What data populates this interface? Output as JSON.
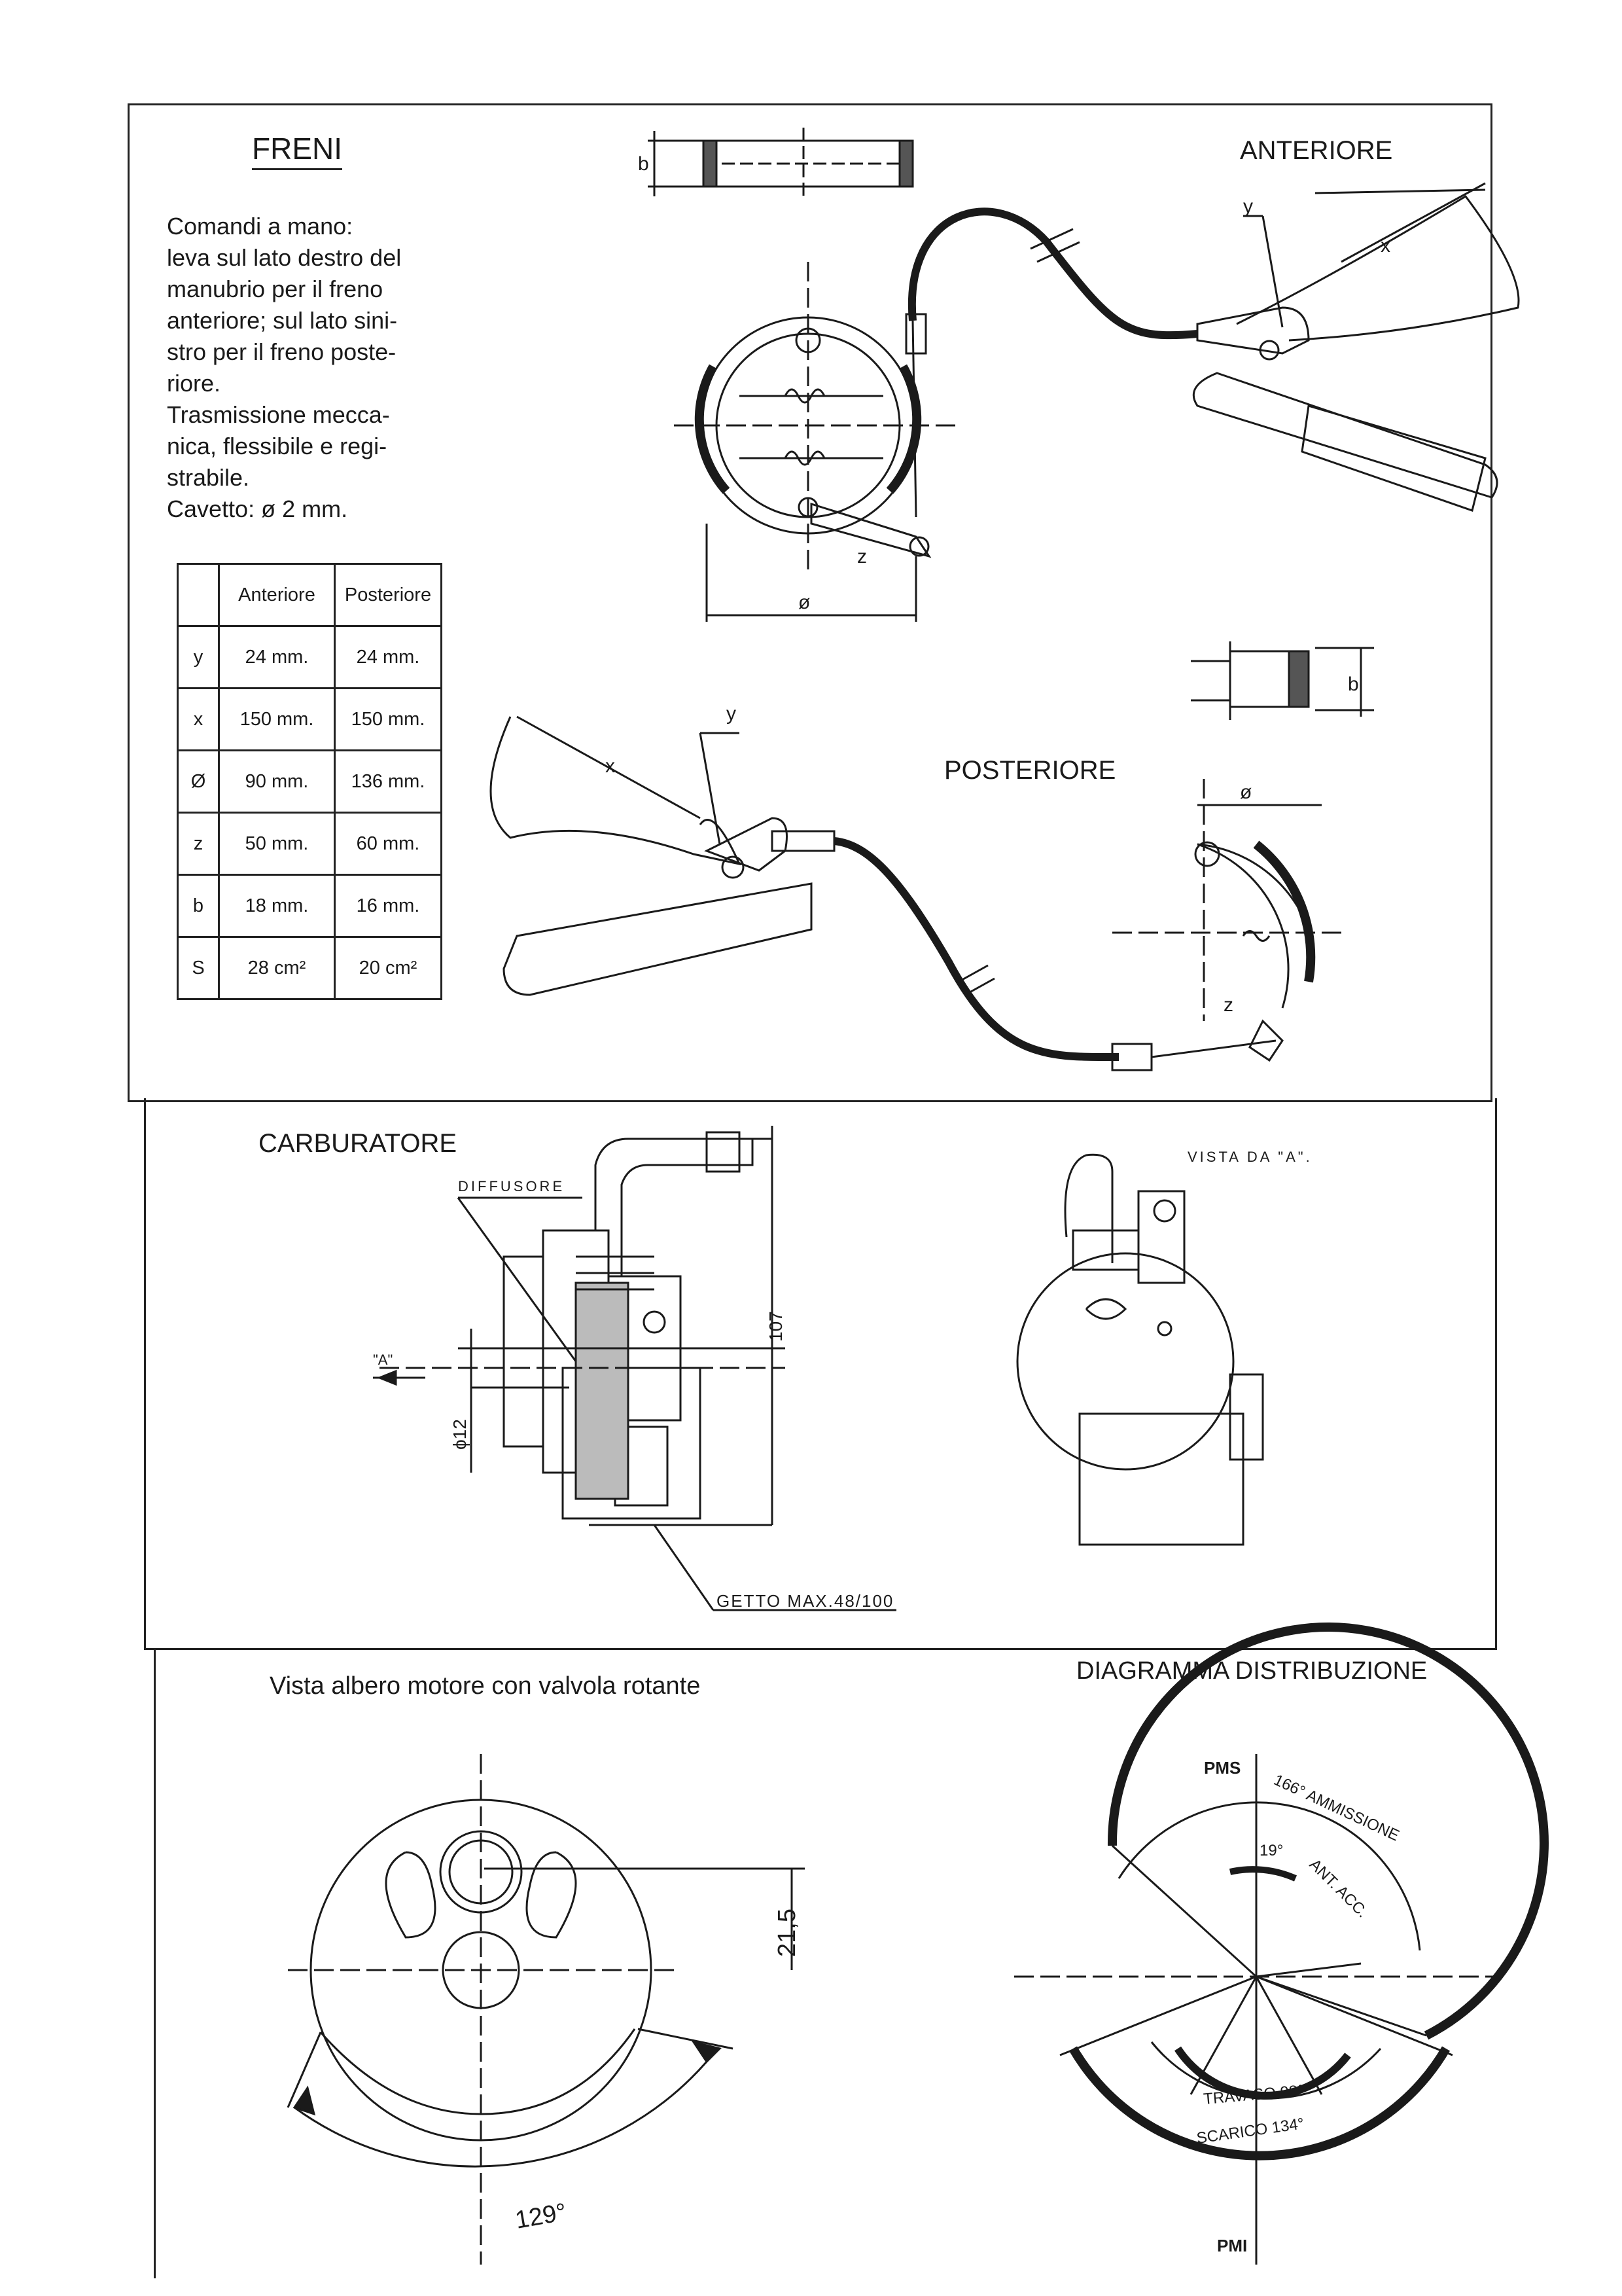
{
  "brakes": {
    "title": "FRENI",
    "description": [
      "Comandi a mano:",
      "leva sul lato destro del",
      "manubrio per il freno",
      "anteriore; sul lato sini-",
      "stro per il freno poste-",
      "riore.",
      "Trasmissione mecca-",
      "nica, flessibile e regi-",
      "strabile.",
      "Cavetto: ø 2 mm."
    ],
    "table": {
      "headers": [
        "",
        "Anteriore",
        "Posteriore"
      ],
      "rows": [
        [
          "y",
          "24 mm.",
          "24 mm."
        ],
        [
          "x",
          "150 mm.",
          "150 mm."
        ],
        [
          "Ø",
          "90 mm.",
          "136 mm."
        ],
        [
          "z",
          "50 mm.",
          "60 mm."
        ],
        [
          "b",
          "18 mm.",
          "16 mm."
        ],
        [
          "S",
          "28 cm²",
          "20 cm²"
        ]
      ]
    },
    "front_label": "ANTERIORE",
    "rear_label": "POSTERIORE",
    "dim_y": "y",
    "dim_x": "x",
    "dim_z": "z",
    "dim_b": "b",
    "dim_phi": "ø"
  },
  "carburetor": {
    "title": "CARBURATORE",
    "diffuser_label": "DIFFUSORE",
    "view_label": "VISTA DA \"A\".",
    "arrow_label": "\"A\"",
    "dim_107": "107",
    "dim_phi12": "ϕ12",
    "jet_label": "GETTO MAX.48/100"
  },
  "crankshaft": {
    "title": "Vista albero motore con valvola rotante",
    "dim_21_5": "21,5",
    "angle_129": "129°"
  },
  "timing": {
    "title": "DIAGRAMMA DISTRIBUZIONE",
    "pms": "PMS",
    "pmi": "PMI",
    "intake": "166° AMMISSIONE",
    "advance_angle": "19°",
    "advance_label": "ANT. ACC.",
    "transfer": "TRAVASO 98°",
    "exhaust": "SCARICO 134°"
  }
}
